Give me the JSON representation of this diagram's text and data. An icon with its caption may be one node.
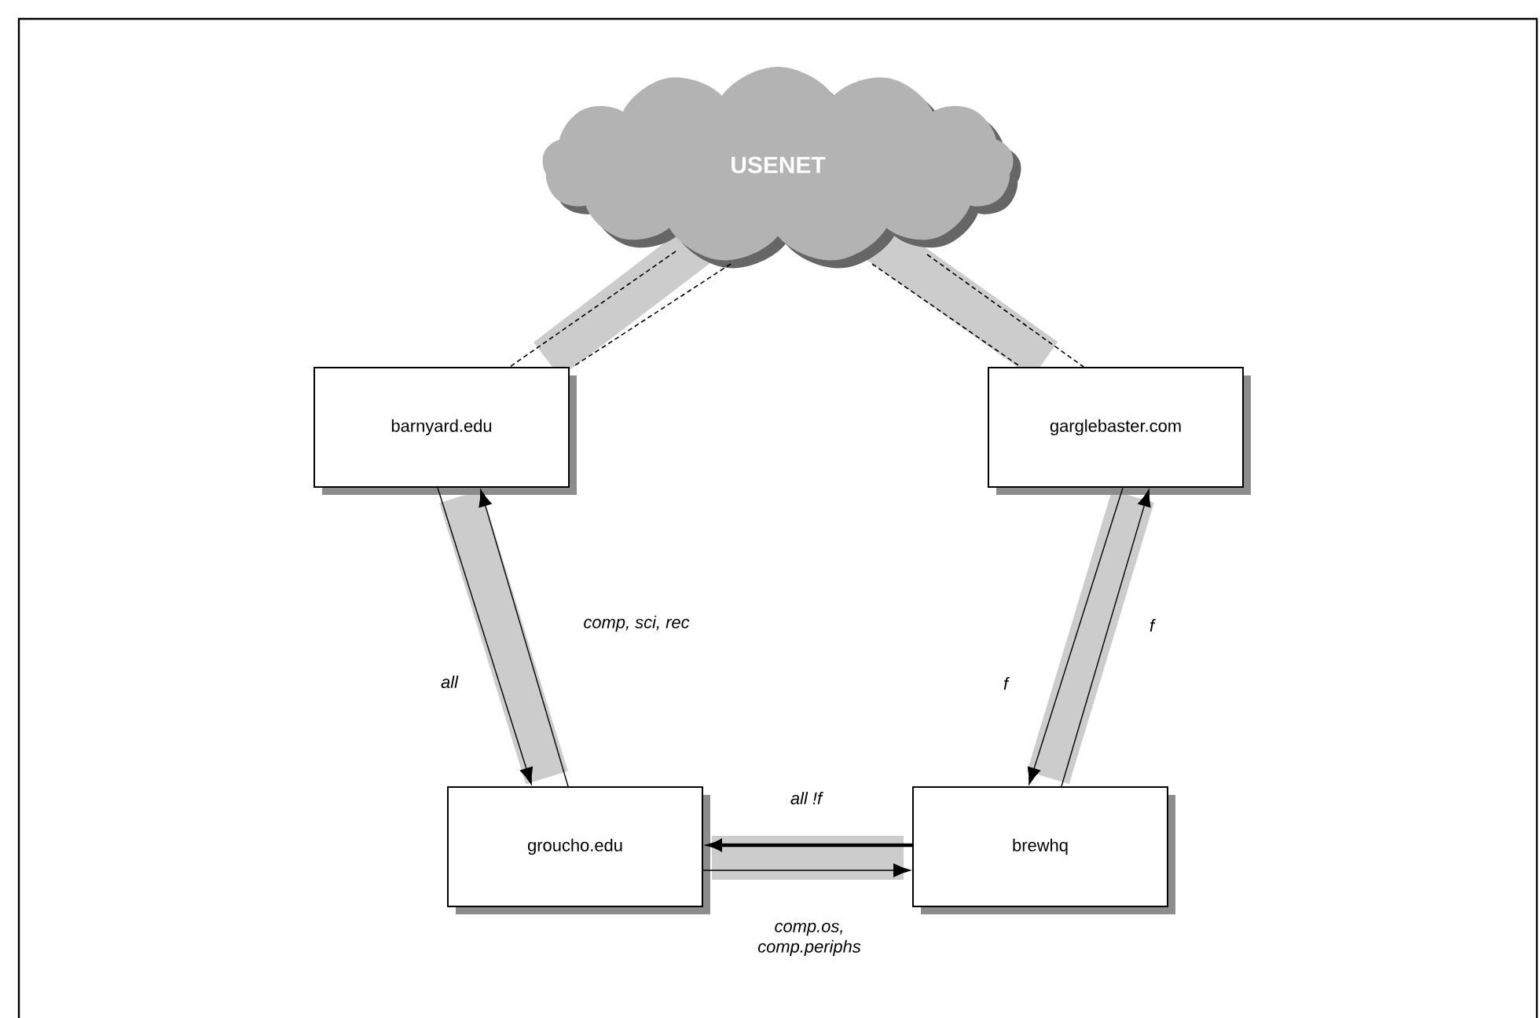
{
  "diagram": {
    "nodes": [
      {
        "text": [
          "USENET"
        ]
      },
      {
        "text": [
          "barnyard.edu"
        ]
      },
      {
        "text": [
          "garglebaster.com"
        ]
      },
      {
        "text": [
          "groucho.edu"
        ]
      },
      {
        "text": [
          "brewhq"
        ]
      }
    ],
    "edges": [
      {
        "from": 0,
        "to": 1,
        "arrow": "none",
        "style": "dashed"
      },
      {
        "from": 0,
        "to": 1,
        "arrow": "none",
        "style": "dashed"
      },
      {
        "from": 0,
        "to": 2,
        "arrow": "none",
        "style": "dashed"
      },
      {
        "from": 0,
        "to": 2,
        "arrow": "none",
        "style": "dashed"
      },
      {
        "from": 1,
        "to": 3,
        "arrow": "to",
        "label": "all"
      },
      {
        "from": 3,
        "to": 1,
        "arrow": "to",
        "label": "comp, sci, rec"
      },
      {
        "from": 2,
        "to": 4,
        "arrow": "to",
        "label": "f"
      },
      {
        "from": 4,
        "to": 2,
        "arrow": "to",
        "label": "f"
      },
      {
        "from": 4,
        "to": 3,
        "arrow": "to",
        "label": "all !f",
        "style": "thick"
      },
      {
        "from": 3,
        "to": 4,
        "arrow": "to",
        "label": "comp.os, comp.periphs"
      }
    ]
  }
}
